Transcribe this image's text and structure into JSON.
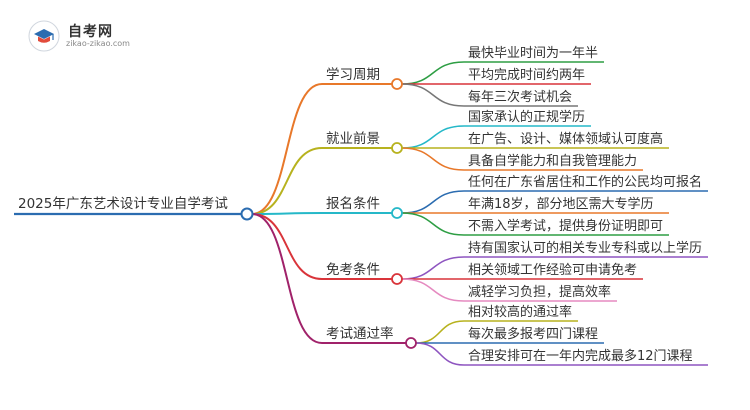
{
  "logo": {
    "title": "自考网",
    "subtitle": "zikao-zikao.com"
  },
  "root": {
    "label": "2025年广东艺术设计专业自学考试",
    "color": "#2b6cb0"
  },
  "branches": [
    {
      "label": "学习周期",
      "color": "#e8782a",
      "children": [
        {
          "label": "最快毕业时间为一年半",
          "color": "#2e9e44"
        },
        {
          "label": "平均完成时间约两年",
          "color": "#d9343a"
        },
        {
          "label": "每年三次考试机会",
          "color": "#777777"
        }
      ]
    },
    {
      "label": "就业前景",
      "color": "#b7b21e",
      "children": [
        {
          "label": "国家承认的正规学历",
          "color": "#25b8c8"
        },
        {
          "label": "在广告、设计、媒体领域认可度高",
          "color": "#b7b21e"
        },
        {
          "label": "具备自学能力和自我管理能力",
          "color": "#e8782a"
        }
      ]
    },
    {
      "label": "报名条件",
      "color": "#25b8c8",
      "children": [
        {
          "label": "任何在广东省居住和工作的公民均可报名",
          "color": "#2b6cb0"
        },
        {
          "label": "年满18岁，部分地区需大专学历",
          "color": "#e8782a"
        },
        {
          "label": "不需入学考试，提供身份证明即可",
          "color": "#2e9e44"
        }
      ]
    },
    {
      "label": "免考条件",
      "color": "#d9343a",
      "children": [
        {
          "label": "持有国家认可的相关专业专科或以上学历",
          "color": "#8e55c0"
        },
        {
          "label": "相关领域工作经验可申请免考",
          "color": "#d9343a"
        },
        {
          "label": "减轻学习负担，提高效率",
          "color": "#e58ac0"
        }
      ]
    },
    {
      "label": "考试通过率",
      "color": "#a0226a",
      "children": [
        {
          "label": "相对较高的通过率",
          "color": "#b7b21e"
        },
        {
          "label": "每次最多报考四门课程",
          "color": "#2b6cb0"
        },
        {
          "label": "合理安排可在一年内完成最多12门课程",
          "color": "#8e55c0"
        }
      ]
    }
  ]
}
